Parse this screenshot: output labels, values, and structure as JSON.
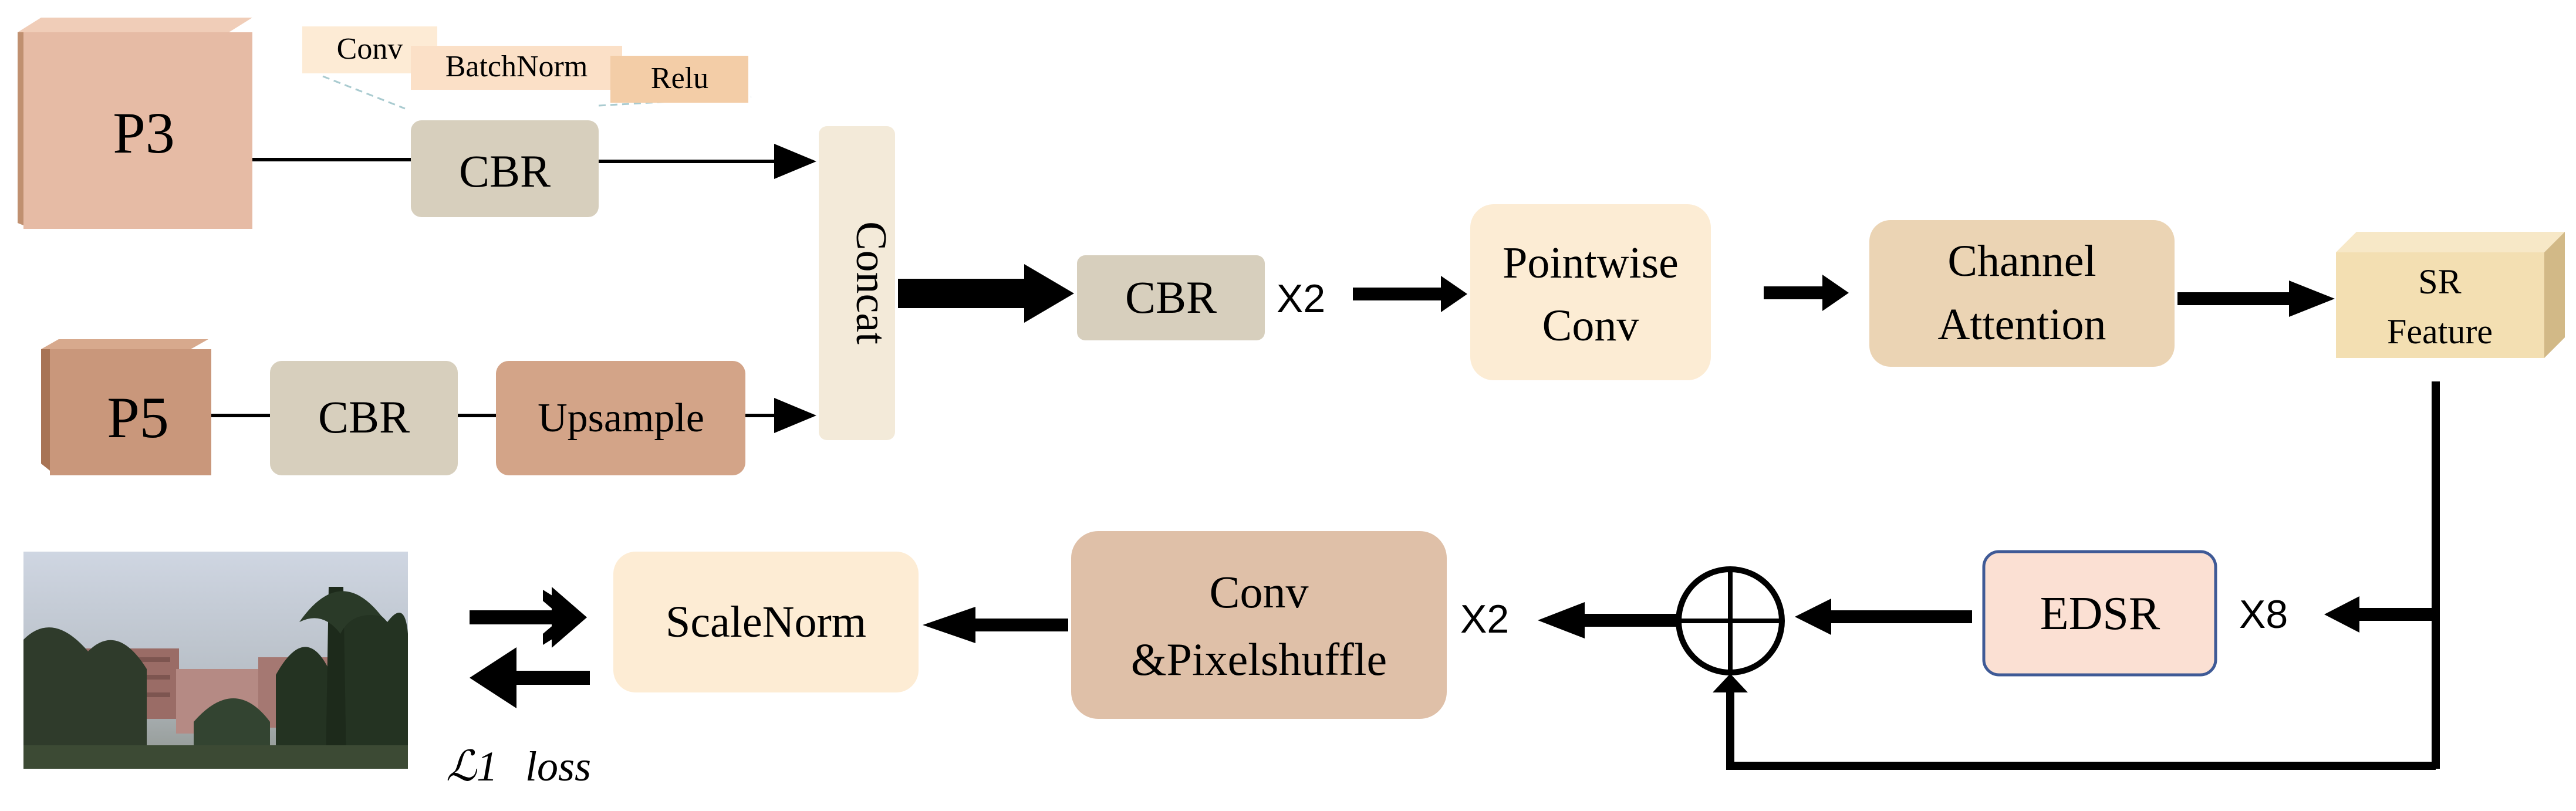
{
  "diagram": {
    "blocks": {
      "p3": "P3",
      "p5": "P5",
      "conv_small": "Conv",
      "batchnorm_small": "BatchNorm",
      "relu_small": "Relu",
      "cbr_top": "CBR",
      "cbr_p5": "CBR",
      "upsample": "Upsample",
      "concat": "Concat",
      "cbr_mid": "CBR",
      "pointwise_line1": "Pointwise",
      "pointwise_line2": "Conv",
      "channel_line1": "Channel",
      "channel_line2": "Attention",
      "sr_line1": "SR",
      "sr_line2": "Feature",
      "edsr": "EDSR",
      "conv_ps_line1": "Conv",
      "conv_ps_line2": "&Pixelshuffle",
      "scalenorm": "ScaleNorm"
    },
    "multipliers": {
      "after_cbr": "X2",
      "after_edsr": "X8",
      "after_conv_ps": "X2"
    },
    "loss": {
      "symbol": "ℒ1",
      "word": "loss"
    },
    "image": {
      "description_icon": "campus-photo-icon"
    },
    "colors": {
      "p3": "#e6bba5",
      "p5": "#c9977b",
      "cbr": "#d7cfbd",
      "upsample": "#d3a488",
      "concat": "#f3ead9",
      "pointwise": "#fcecd4",
      "channel_attention": "#ebd4b4",
      "sr_feature": "#f3dfb2",
      "edsr": "#fbe0d3",
      "edsr_border": "#3f5a96",
      "conv_ps": "#dfc0a8",
      "scalenorm": "#fdecd4",
      "arrow": "#000000"
    }
  }
}
